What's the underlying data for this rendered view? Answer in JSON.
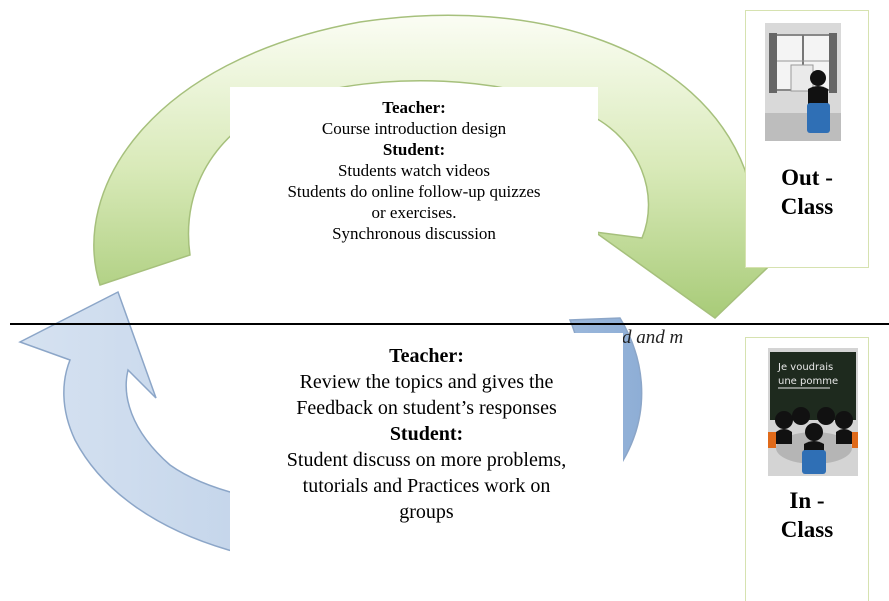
{
  "out_class": {
    "teacher_heading": "Teacher:",
    "teacher_items": [
      "Course introduction design"
    ],
    "student_heading": "Student:",
    "student_items": [
      "Students watch videos",
      "Students do online follow-up quizzes",
      "or exercises.",
      "Synchronous discussion"
    ],
    "label_line1": "Out -",
    "label_line2": "Class",
    "arrow_color": "#b9d58e"
  },
  "in_class": {
    "teacher_heading": "Teacher:",
    "teacher_items": [
      "Review the topics and gives the",
      "Feedback on student’s responses"
    ],
    "student_heading": "Student:",
    "student_items": [
      "Student discuss on more problems,",
      "tutorials and Practices work on",
      "groups"
    ],
    "label_line1": "In -",
    "label_line2": "Class",
    "arrow_color": "#9bb8da"
  },
  "partial_caption": "d and m",
  "chalkboard_text": [
    "Je voudrais",
    "une pomme"
  ],
  "icons": [
    "classroom-window-icon",
    "chalkboard-classroom-icon"
  ]
}
